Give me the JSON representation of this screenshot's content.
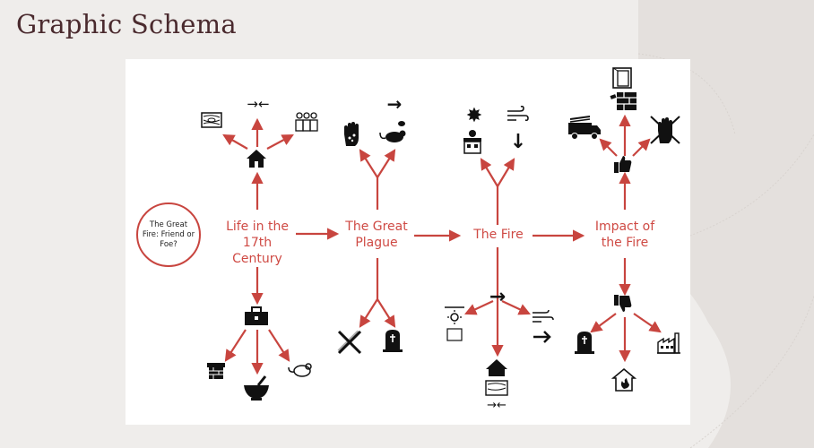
{
  "slide": {
    "title": "Graphic Schema",
    "accent_color": "#c8453f"
  },
  "diagram": {
    "center": "The Great Fire: Friend or Foe?",
    "nodes": [
      {
        "id": "life",
        "label": "Life in the\n17th Century"
      },
      {
        "id": "plague",
        "label": "The Great\nPlague"
      },
      {
        "id": "fire",
        "label": "The Fire"
      },
      {
        "id": "impact",
        "label": "Impact of\nthe Fire"
      }
    ],
    "icons": {
      "life_top": [
        "wood-icon",
        "arrows-inward-icon",
        "people-icon",
        "house-icon"
      ],
      "life_bottom": [
        "toolbox-icon",
        "chimney-icon",
        "mortar-pestle-icon",
        "rat-icon"
      ],
      "plague_top": [
        "hand-icon",
        "rat-flea-icon",
        "arrow-right-icon"
      ],
      "plague_bottom": [
        "crossed-syringe-icon",
        "gravestone-icon"
      ],
      "fire_top": [
        "explosion-icon",
        "bakery-icon",
        "wind-icon",
        "arrow-down-icon"
      ],
      "fire_bottom": [
        "arrow-right-icon",
        "sun-calendar-icon",
        "wind-arrow-icon",
        "house-wood-icon"
      ],
      "impact_top": [
        "door-icon",
        "bricks-icon",
        "fire-engine-icon",
        "crossed-hand-icon",
        "thumbs-up-icon"
      ],
      "impact_bottom": [
        "thumbs-down-icon",
        "gravestone-icon",
        "factory-icon",
        "burnt-house-icon"
      ]
    }
  }
}
